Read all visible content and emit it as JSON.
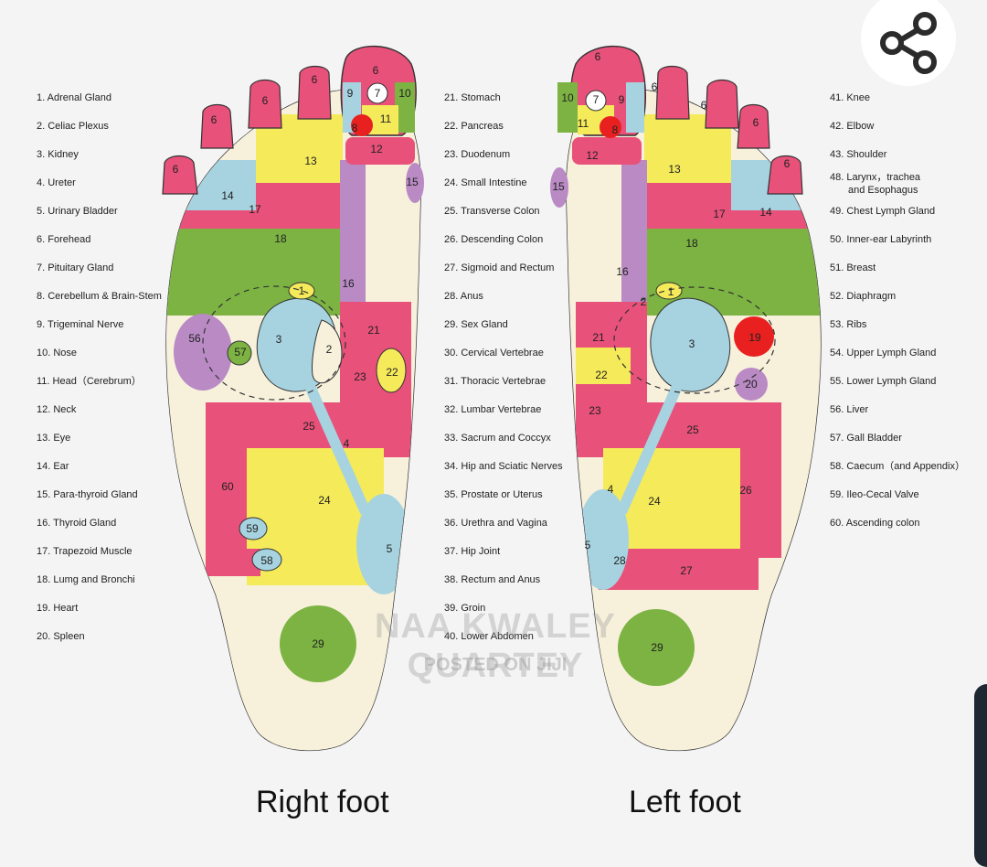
{
  "legend_left": [
    "1. Adrenal Gland",
    "2. Celiac Plexus",
    "3. Kidney",
    "4. Ureter",
    "5. Urinary Bladder",
    "6. Forehead",
    "7. Pituitary Gland",
    "8. Cerebellum & Brain-Stem",
    "9. Trigeminal Nerve",
    "10. Nose",
    "11. Head（Cerebrum）",
    "12. Neck",
    "13. Eye",
    "14. Ear",
    "15. Para-thyroid Gland",
    "16. Thyroid Gland",
    "17. Trapezoid Muscle",
    "18. Lumg and Bronchi",
    "19. Heart",
    "20. Spleen"
  ],
  "legend_mid": [
    "21. Stomach",
    "22. Pancreas",
    "23. Duodenum",
    "24. Small Intestine",
    "25. Transverse Colon",
    "26. Descending Colon",
    "27. Sigmoid and Rectum",
    "28. Anus",
    "29. Sex Gland",
    "30. Cervical Vertebrae",
    "31. Thoracic Vertebrae",
    "32. Lumbar Vertebrae",
    "33. Sacrum and Coccyx",
    "34. Hip and Sciatic Nerves",
    "35. Prostate or Uterus",
    "36. Urethra and Vagina",
    "37. Hip Joint",
    "38. Rectum and Anus",
    "39. Groin",
    "40. Lower Abdomen"
  ],
  "legend_right": [
    "41. Knee",
    "42. Elbow",
    "43. Shoulder",
    [
      "48. Larynx，trachea",
      "and Esophagus"
    ],
    "49. Chest Lymph Gland",
    "50. Inner-ear Labyrinth",
    "51. Breast",
    "52. Diaphragm",
    "53. Ribs",
    "54. Upper Lymph Gland",
    "55. Lower Lymph Gland",
    "56. Liver",
    "57. Gall Bladder",
    "58. Caecum（and Appendix）",
    "59. Ileo-Cecal Valve",
    "60. Ascending colon"
  ],
  "captions": {
    "right_foot": "Right foot",
    "left_foot": "Left foot"
  },
  "watermark": {
    "line1": "NAA KWALEY QUARTEY",
    "line2": "POSTED ON JIJI"
  },
  "colors": {
    "pink": "#e8517a",
    "green": "#7cb342",
    "yellow": "#f5ea5a",
    "blue": "#a7d3e0",
    "purple": "#b98ac4",
    "red": "#e82020",
    "cream": "#f7f1dc",
    "outline": "#333333"
  },
  "icons": {
    "share": "share-icon"
  }
}
